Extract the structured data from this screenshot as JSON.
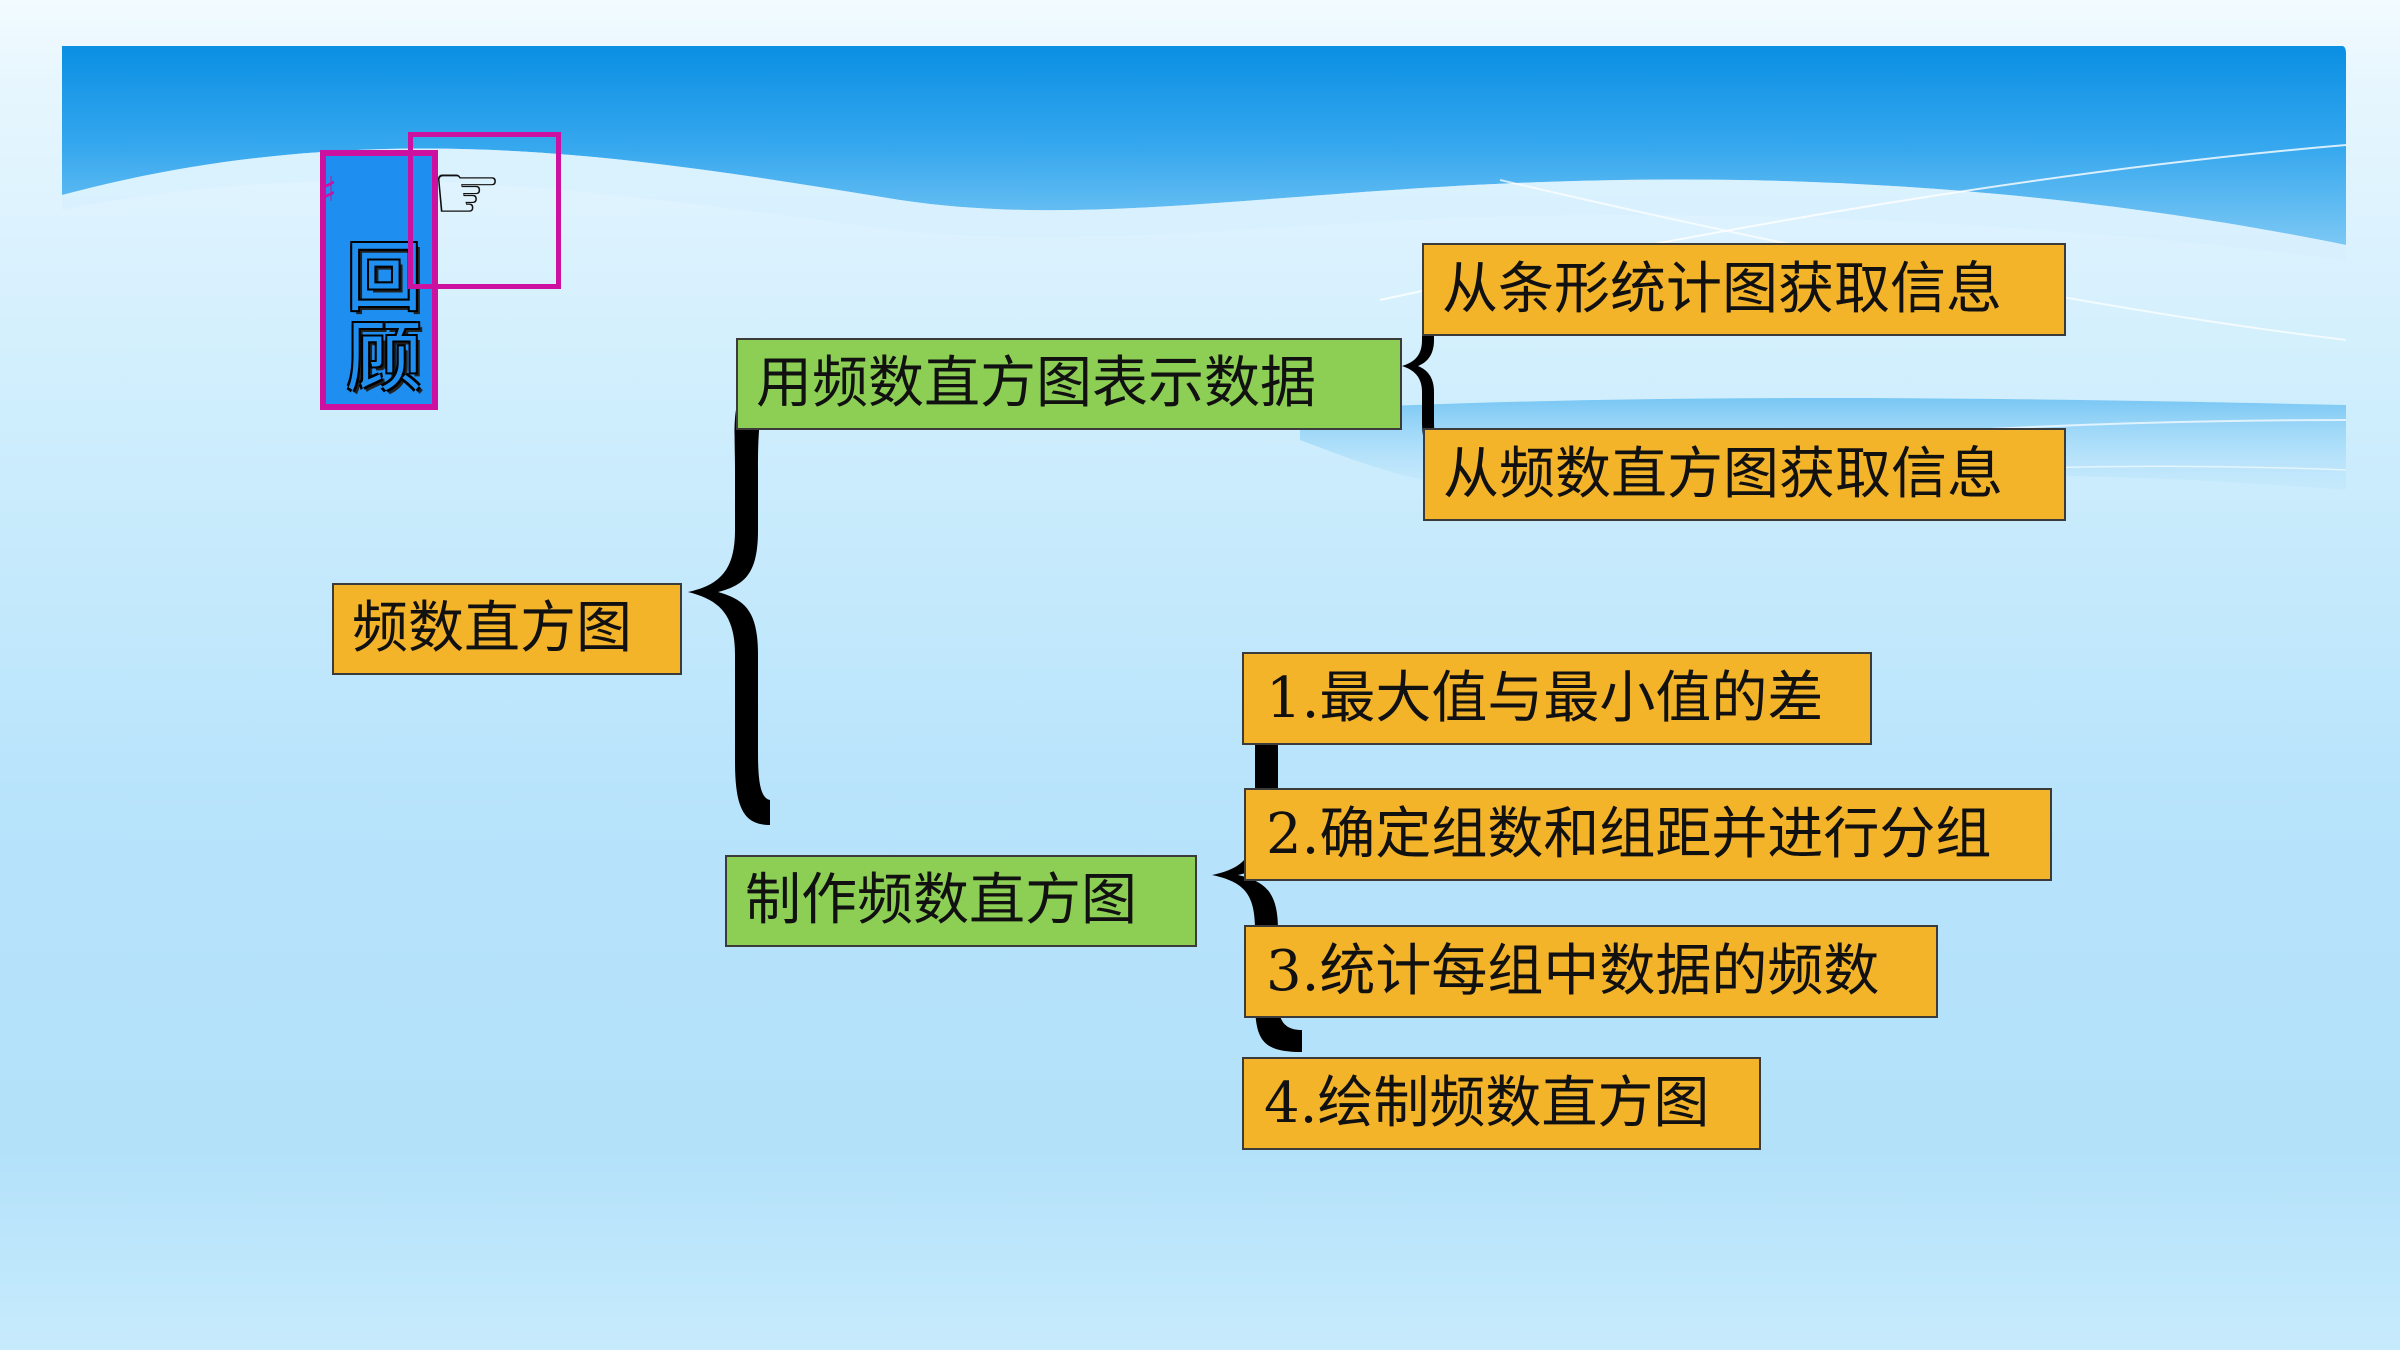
{
  "review": {
    "title_chars": [
      "回",
      "顾"
    ],
    "mark": "♯",
    "hand_icon": "☞"
  },
  "diagram": {
    "root": "频数直方图",
    "branch_represent": "用频数直方图表示数据",
    "branch_make": "制作频数直方图",
    "represent_items": [
      "从条形统计图获取信息",
      "从频数直方图获取信息"
    ],
    "make_steps": [
      "1.最大值与最小值的差",
      "2.确定组数和组距并进行分组",
      "3.统计每组中数据的频数",
      "4.绘制频数直方图"
    ]
  },
  "colors": {
    "orange_box": "#f4b42a",
    "green_box": "#8ccf54",
    "accent_magenta": "#cc11a0",
    "accent_blue": "#1e8ff1"
  }
}
